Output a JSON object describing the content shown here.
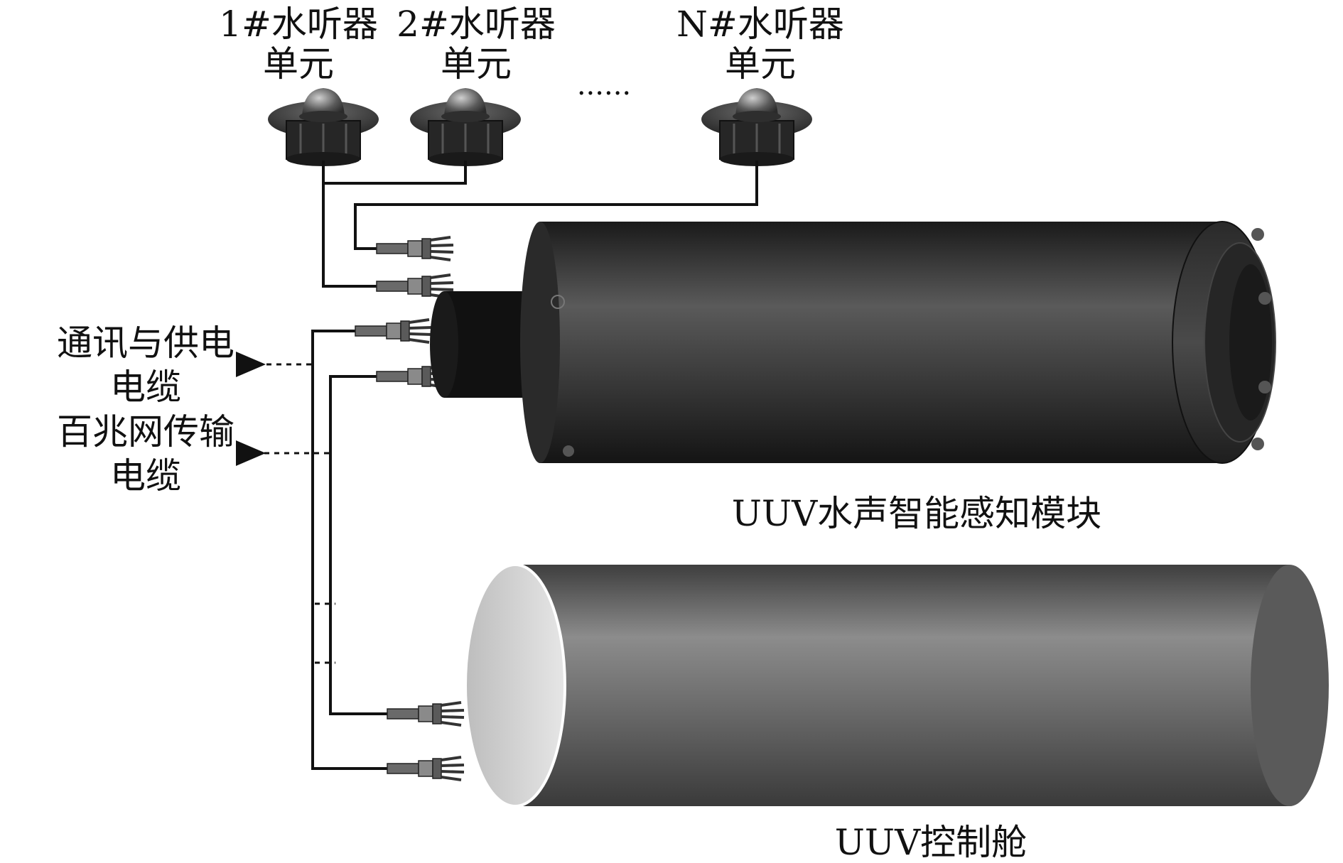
{
  "hydrophones": [
    {
      "title": "1#水听器",
      "subtitle": "单元"
    },
    {
      "title": "2#水听器",
      "subtitle": "单元"
    },
    {
      "title": "N#水听器",
      "subtitle": "单元"
    }
  ],
  "ellipsis": "......",
  "cables": {
    "comm_power": {
      "line1": "通讯与供电",
      "line2": "电缆"
    },
    "ethernet": {
      "line1": "百兆网传输",
      "line2": "电缆"
    }
  },
  "module_label": "UUV水声智能感知模块",
  "cabin_label": "UUV控制舱",
  "colors": {
    "module_body": "#2b2b2b",
    "module_body_highlight": "#5a5a5a",
    "cabin_body": "#4a4a4a",
    "cabin_highlight": "#8a8a8a",
    "cabin_opening": "#d8d8d8",
    "hydrophone": "#3a3a3a",
    "wire": "#111111",
    "connector": "#6a6a6a"
  }
}
